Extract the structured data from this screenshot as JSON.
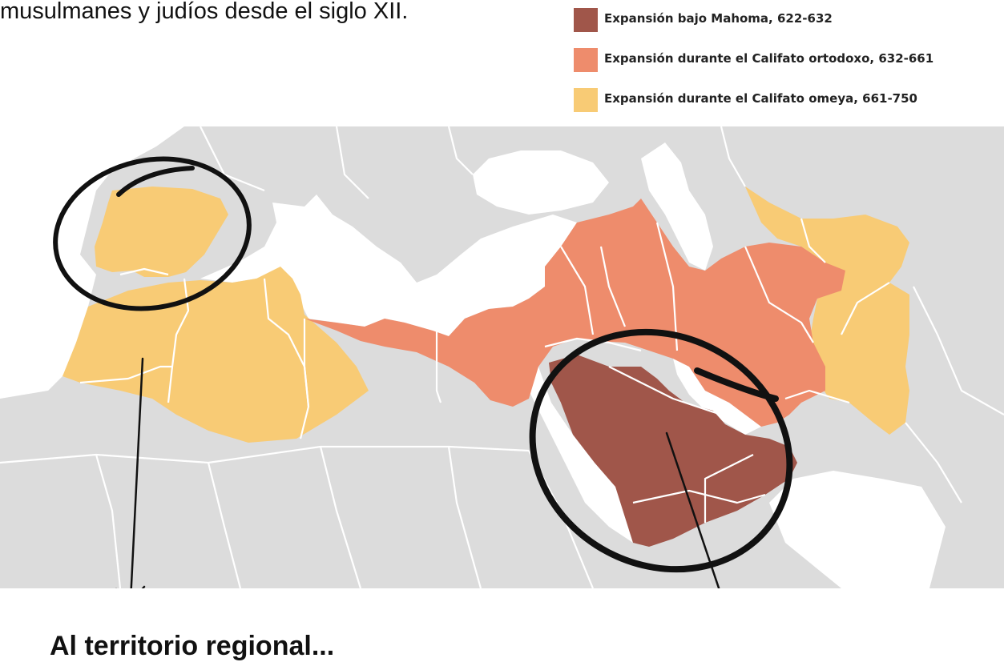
{
  "intro_text": "musulmanes y judíos desde el siglo XII.",
  "legend": [
    {
      "label": "Expansión bajo Mahoma, 622-632",
      "color": "#a0564a"
    },
    {
      "label": "Expansión durante el Califato ortodoxo, 632-661",
      "color": "#ee8c6c"
    },
    {
      "label": "Expansión durante el Califato omeya, 661-750",
      "color": "#f8cb75"
    }
  ],
  "colors": {
    "land": "#dcdcdc",
    "sea": "#ffffff",
    "border": "#ffffff",
    "annotation": "#111111"
  },
  "bottom_text": "Al territorio regional..."
}
